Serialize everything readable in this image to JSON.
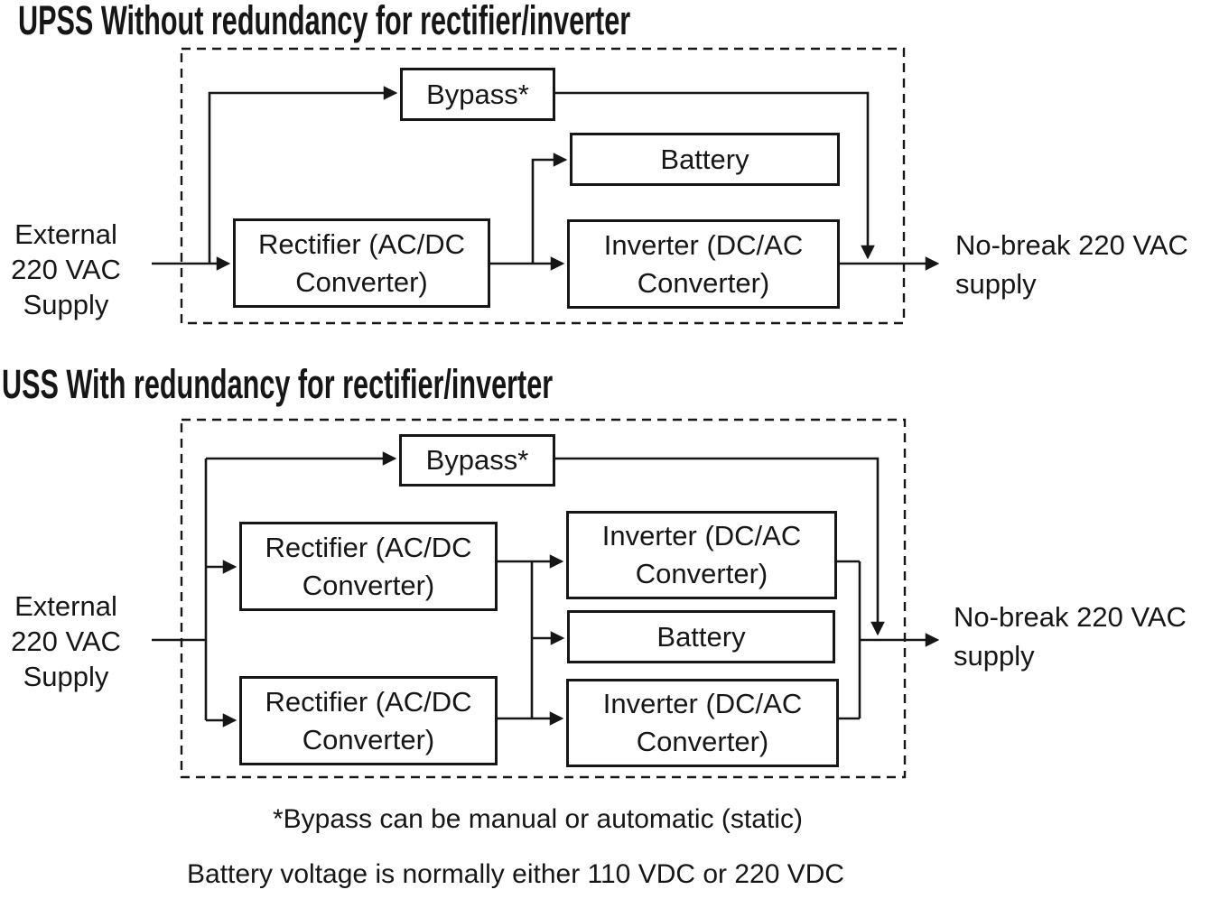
{
  "upper_diagram": {
    "title": "UPSS Without redundancy for rectifier/inverter",
    "source_label": "External 220 VAC Supply",
    "output_label": "No-break 220 VAC supply",
    "blocks": {
      "bypass": "Bypass*",
      "battery": "Battery",
      "rectifier": "Rectifier (AC/DC Converter)",
      "inverter": "Inverter (DC/AC Converter)"
    }
  },
  "lower_diagram": {
    "title": "USS With redundancy for rectifier/inverter",
    "source_label": "External 220 VAC Supply",
    "output_label": "No-break 220 VAC supply",
    "blocks": {
      "bypass": "Bypass*",
      "rectifier_a": "Rectifier (AC/DC Converter)",
      "rectifier_b": "Rectifier (AC/DC Converter)",
      "inverter_a": "Inverter (DC/AC Converter)",
      "inverter_b": "Inverter (DC/AC Converter)",
      "battery": "Battery"
    }
  },
  "footnotes": {
    "bypass_note": "*Bypass can be manual or automatic (static)",
    "battery_note": "Battery voltage is normally either 110 VDC or 220 VDC"
  },
  "colors": {
    "ink": "#161616",
    "background": "#ffffff"
  }
}
